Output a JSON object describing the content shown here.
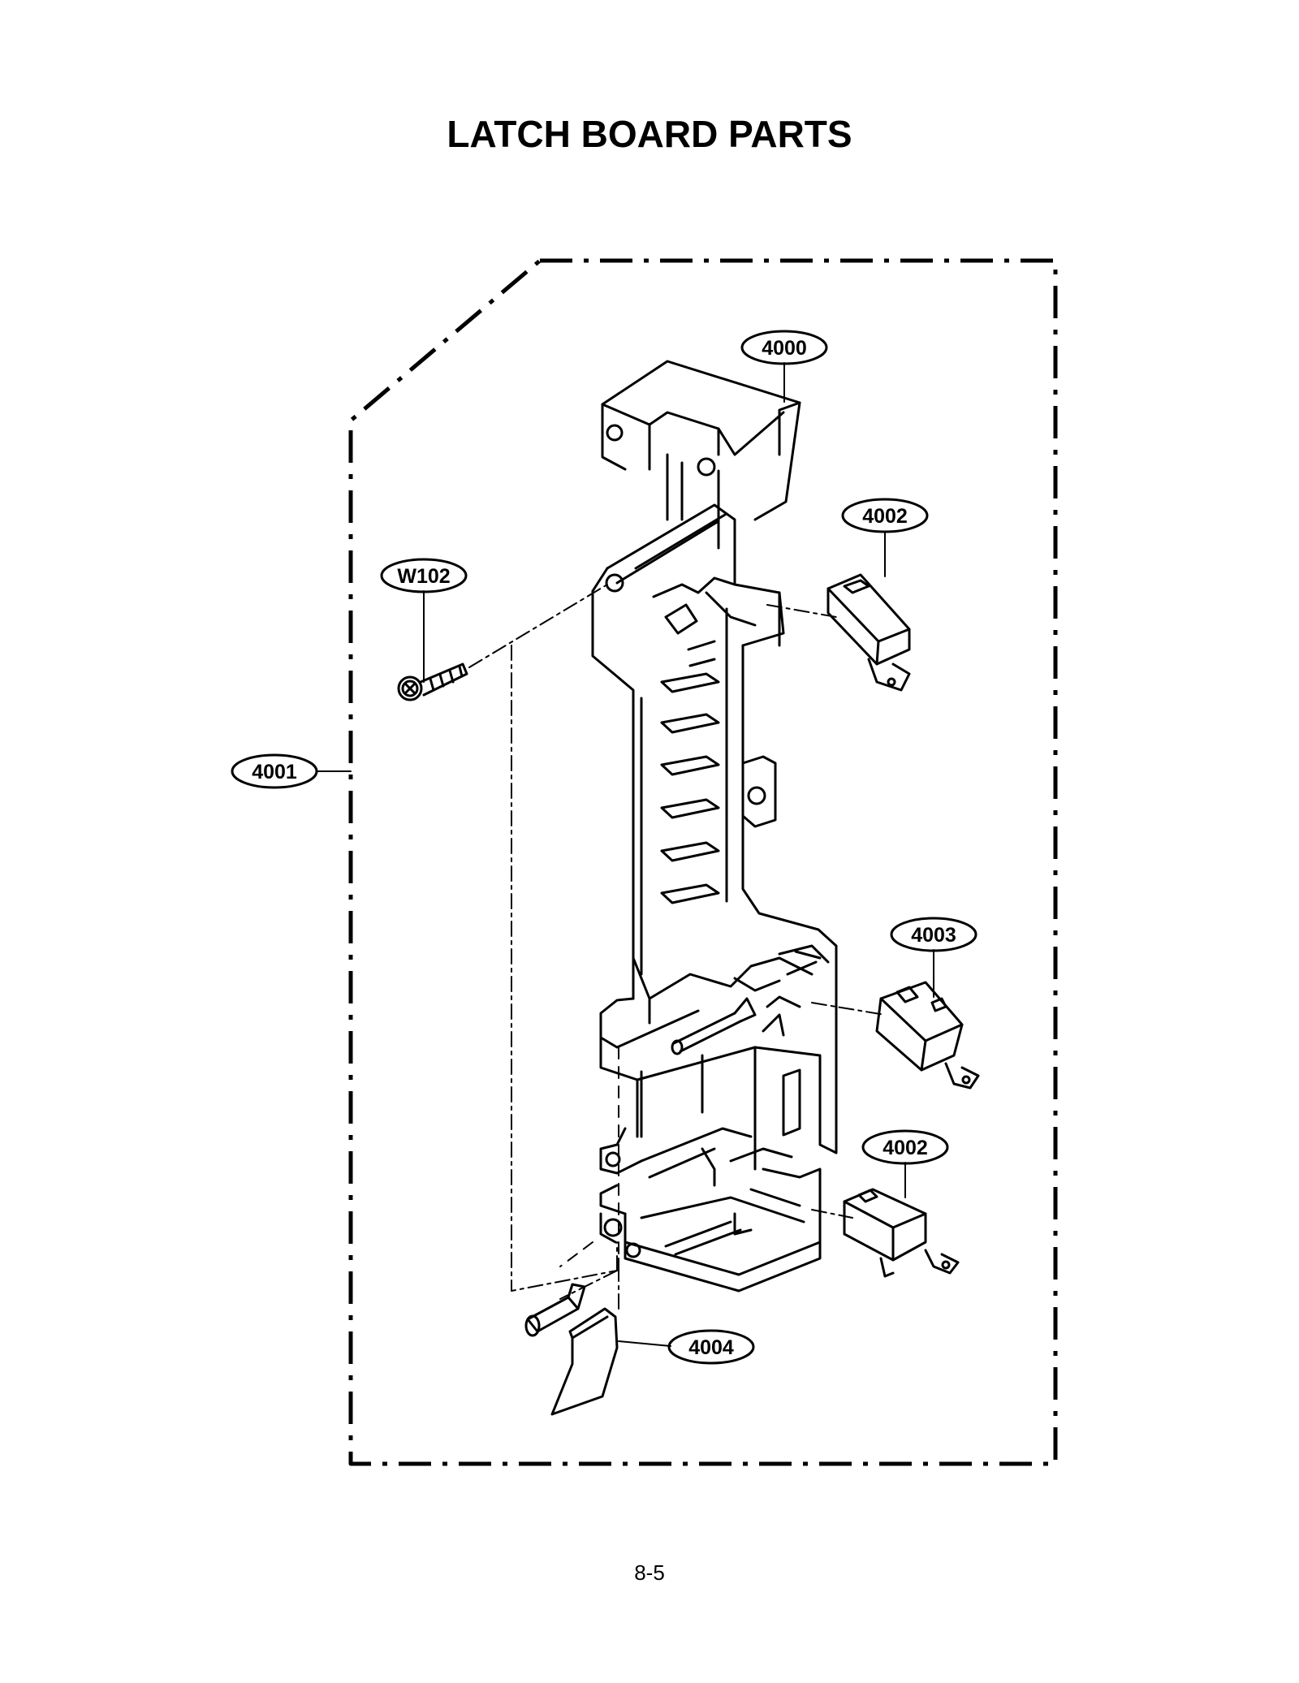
{
  "page": {
    "title": "LATCH BOARD PARTS",
    "page_number": "8-5"
  },
  "diagram": {
    "callouts": {
      "latch_board": "4000",
      "assembly": "4001",
      "switch_top": "4002",
      "switch_middle": "4003",
      "switch_bottom": "4002",
      "lever": "4004",
      "screw": "W102"
    }
  }
}
